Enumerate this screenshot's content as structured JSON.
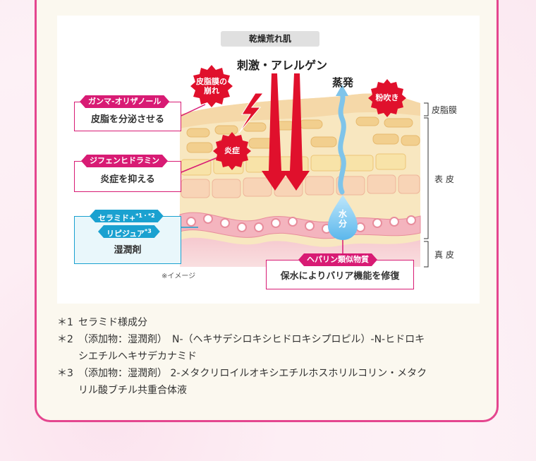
{
  "figure": {
    "header": "乾燥荒れ肌",
    "stimulus": "刺激・アレルゲン",
    "evaporation": "蒸発",
    "badges": {
      "sebum_break": [
        "皮脂膜の",
        "崩れ"
      ],
      "flaking": "粉吹き",
      "inflammation": "炎症",
      "water": [
        "水",
        "分"
      ]
    },
    "callouts": [
      {
        "tag": "ガンマ-オリザノール",
        "text": "皮脂を分泌させる"
      },
      {
        "tag": "ジフェンヒドラミン",
        "text": "炎症を抑える"
      },
      {
        "tag": "セラミド+",
        "tag_sup": "*1・*2",
        "tag2": "リピジュア",
        "tag2_sup": "*3",
        "text": "湿潤剤"
      },
      {
        "tag": "ヘパリン類似物質",
        "text": "保水によりバリア機能を修復"
      }
    ],
    "layers": {
      "sebum": "皮脂膜",
      "epidermis": "表 皮",
      "dermis": "真 皮"
    },
    "note": "※イメージ"
  },
  "footnotes": [
    {
      "key": "＊1",
      "lines": [
        "セラミド様成分"
      ]
    },
    {
      "key": "＊2",
      "lines": [
        "（添加物：湿潤剤）　N-（ヘキサデシロキシヒドロキシプロピル）-N-ヒドロキ",
        "シエチルヘキサデカナミド"
      ]
    },
    {
      "key": "＊3",
      "lines": [
        "（添加物：湿潤剤） 2-メタクリロイルオキシエチルホスホリルコリン・メタク",
        "リル酸ブチル共重合体液"
      ]
    }
  ],
  "colors": {
    "accent": "#e4468f",
    "pink_tag": "#d81b74",
    "blue_tag": "#1aa1d0",
    "badge": "#e0102c"
  }
}
